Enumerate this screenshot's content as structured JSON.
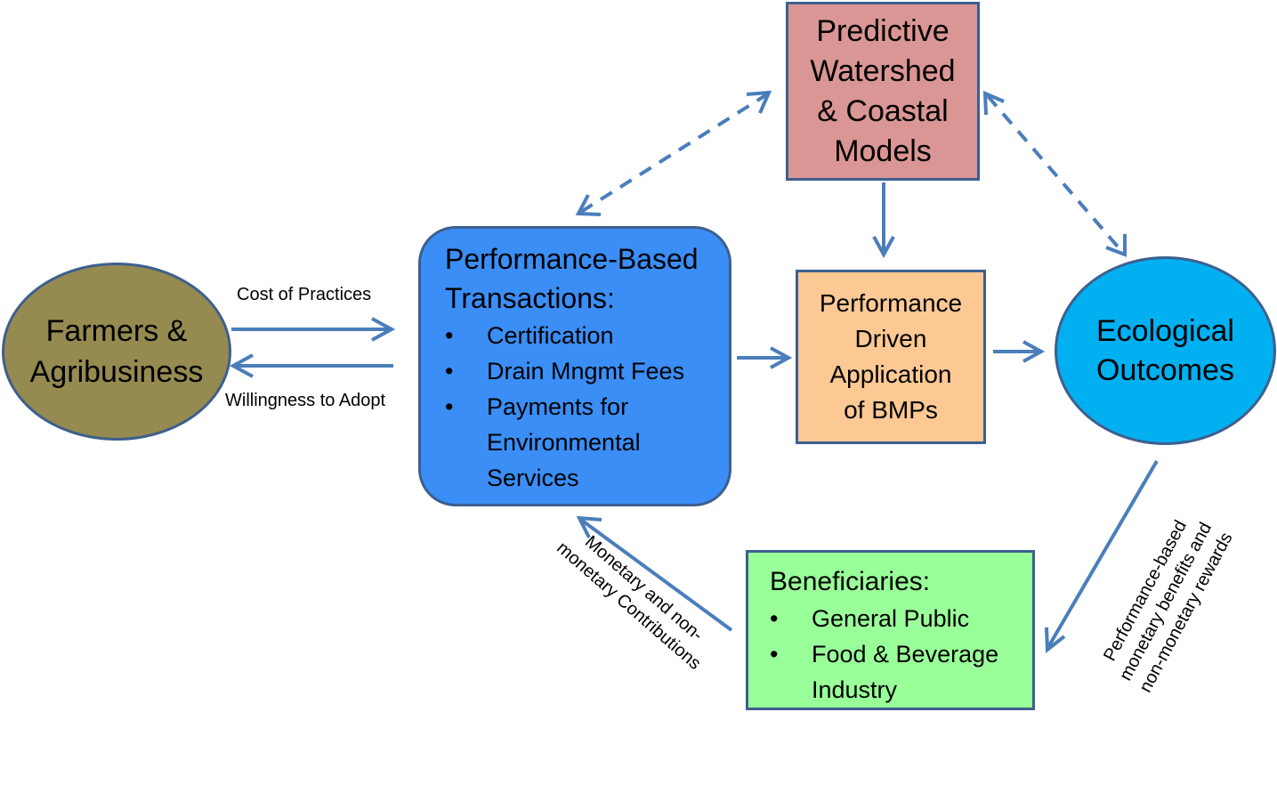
{
  "nodes": {
    "farmers": {
      "lines": [
        "Farmers &",
        "Agribusiness"
      ],
      "fill": "#958a50"
    },
    "transactions": {
      "heading": [
        "Performance-Based",
        "Transactions:"
      ],
      "items": [
        "Certification",
        "Drain Mngmt Fees",
        "Payments  for",
        "Environmental",
        "Services"
      ],
      "fill": "#3a8ef6"
    },
    "predictive": {
      "lines": [
        "Predictive",
        "Watershed",
        "& Coastal",
        "Models"
      ],
      "fill": "#da9694"
    },
    "performance_driven": {
      "lines": [
        "Performance",
        "Driven",
        "Application",
        "of BMPs"
      ],
      "fill": "#fcc994"
    },
    "ecological": {
      "lines": [
        "Ecological",
        "Outcomes"
      ],
      "fill": "#00b0f0"
    },
    "beneficiaries": {
      "heading": "Beneficiaries:",
      "items": [
        "General Public",
        "Food & Beverage",
        "Industry"
      ],
      "fill": "#99ff99"
    }
  },
  "edge_labels": {
    "cost": "Cost of Practices",
    "willingness": "Willingness to Adopt",
    "contributions": [
      "Monetary and non-",
      "monetary Contributions"
    ],
    "rewards": [
      "Performance-based",
      "monetary benefits and",
      "non-monetary rewards"
    ]
  },
  "colors": {
    "arrow": "#4a7ebb",
    "border": "#3d5f8e"
  }
}
